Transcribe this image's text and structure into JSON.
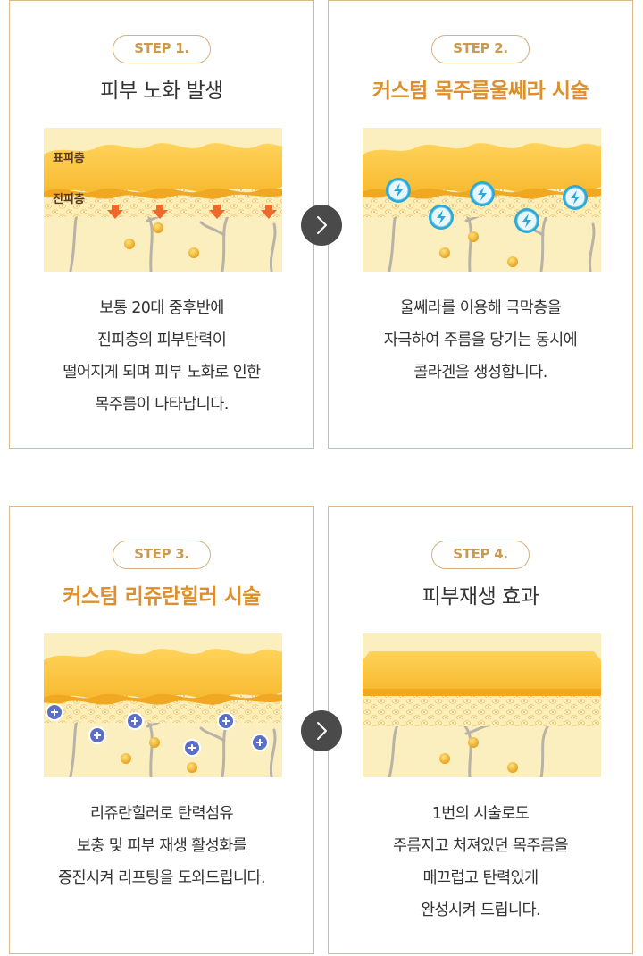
{
  "steps": [
    {
      "badge": "STEP 1.",
      "title": "피부 노화 발생",
      "illustration": {
        "label_top": "표피층",
        "label_mid": "진피층"
      },
      "lines": [
        "보통 20대 중후반에",
        "진피층의 피부탄력이",
        "떨어지게 되며 피부 노화로 인한",
        "목주름이 나타납니다."
      ]
    },
    {
      "badge": "STEP 2.",
      "title": "커스텀 목주름울쎄라 시술",
      "lines": [
        "울쎄라를 이용해 극막층을",
        "자극하여 주름을 당기는 동시에",
        "콜라겐을 생성합니다."
      ]
    },
    {
      "badge": "STEP 3.",
      "title": "커스텀 리쥬란힐러 시술",
      "lines": [
        "리쥬란힐러로 탄력섬유",
        "보충 및 피부 재생 활성화를",
        "증진시켜 리프팅을 도와드립니다."
      ]
    },
    {
      "badge": "STEP 4.",
      "title": "피부재생 효과",
      "lines": [
        "1번의 시술로도",
        "주름지고 처져있던 목주름을",
        "매끄럽고 탄력있게",
        "완성시켜 드립니다."
      ]
    }
  ],
  "colors": {
    "accent": "#dc8f2c",
    "border": "#d9b98e",
    "badge": "#c99a52",
    "arrow_bg": "#4a4a4a"
  },
  "icons": {
    "next": "chevron-right-icon",
    "ultrasound": "lightning-icon",
    "filler": "plus-icon"
  }
}
